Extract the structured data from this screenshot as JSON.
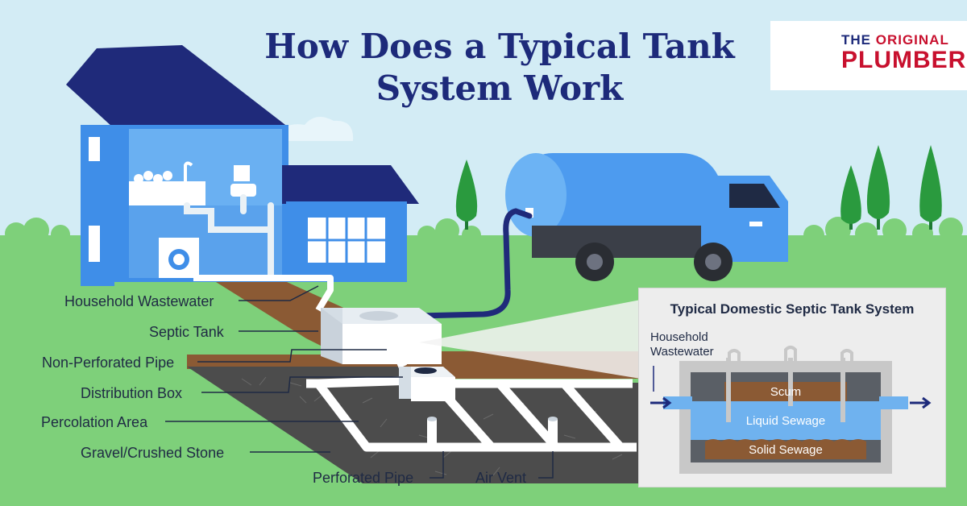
{
  "title": {
    "line1": "How Does a Typical Tank",
    "line2": "System Work"
  },
  "logo": {
    "line1_a": "THE ",
    "line1_b": "ORIGINAL",
    "line2": "PLUMBER"
  },
  "callouts": {
    "household_wastewater": "Household Wastewater",
    "septic_tank": "Septic Tank",
    "non_perforated_pipe": "Non-Perforated Pipe",
    "distribution_box": "Distribution Box",
    "percolation_area": "Percolation Area",
    "gravel": "Gravel/Crushed Stone",
    "perforated_pipe": "Perforated Pipe",
    "air_vent": "Air Vent"
  },
  "inset": {
    "title": "Typical Domestic Septic Tank System",
    "inflow_line1": "Household",
    "inflow_line2": "Wastewater",
    "scum": "Scum",
    "liquid": "Liquid Sewage",
    "solid": "Solid Sewage"
  },
  "colors": {
    "sky": "#d3ecf5",
    "grass": "#7ed07a",
    "house": "#3f8ee8",
    "roof": "#1f2a7a",
    "soil": "#8b5a34",
    "gravel": "#4c4c4c",
    "pipe": "#ffffff",
    "title": "#1d2a7a",
    "brand_red": "#c8102e"
  }
}
